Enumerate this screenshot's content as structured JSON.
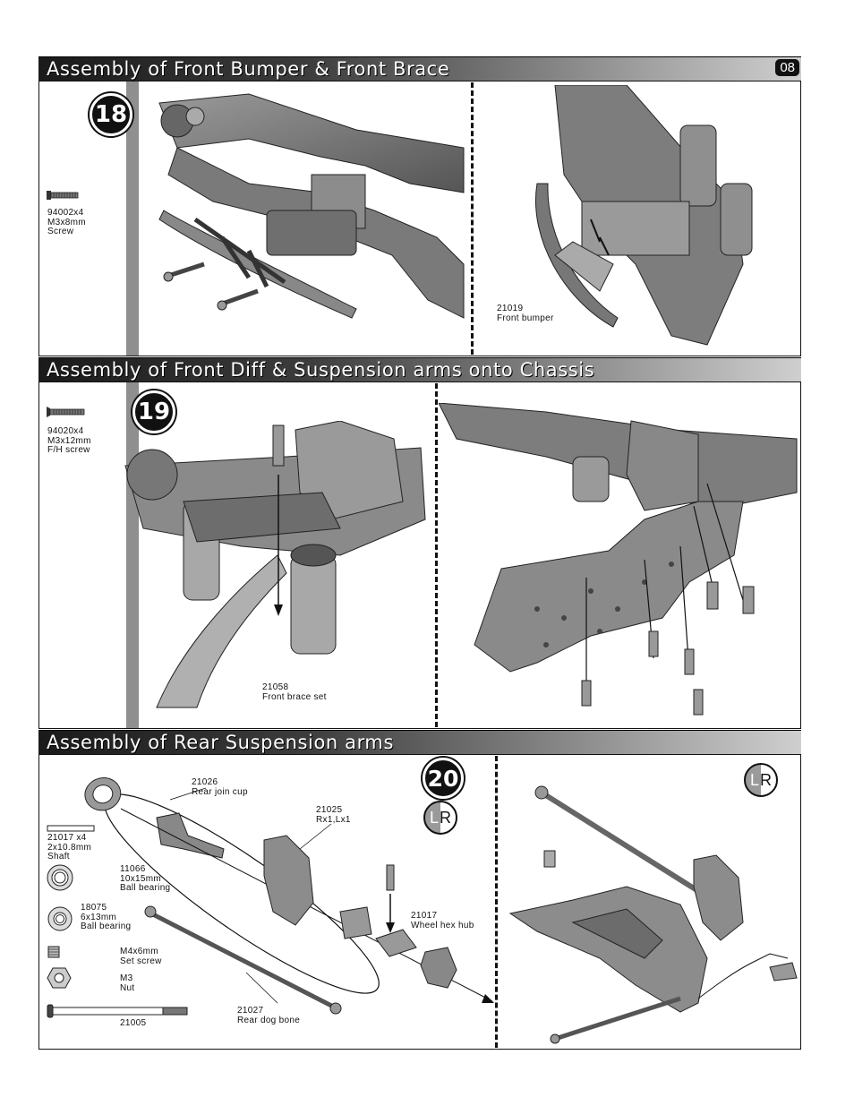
{
  "page_number": "08",
  "sections": [
    {
      "title": "Assembly of Front Bumper & Front Brace",
      "step": "18"
    },
    {
      "title": "Assembly of Front Diff & Suspension arms onto Chassis",
      "step": "19"
    },
    {
      "title": "Assembly of Rear Suspension arms",
      "step": "20"
    }
  ],
  "labels": {
    "screw_18": "94002x4\nM3x8mm\nScrew",
    "front_bumper": "21019\nFront bumper",
    "screw_19": "94020x4\nM3x12mm\nF/H screw",
    "front_brace": "21058\nFront brace set",
    "rear_join_cup": "21026\nRear join cup",
    "rx_lx": "21025\n Rx1,Lx1",
    "shaft": "21017 x4\n2x10.8mm\nShaft",
    "bearing_10x15": "11066\n10x15mm\nBall bearing",
    "bearing_6x13": "18075\n6x13mm\nBall bearing",
    "wheel_hex_hub": "21017\nWheel hex hub",
    "set_screw": "M4x6mm\nSet screw",
    "nut": "M3\nNut",
    "pin_21005": "21005",
    "rear_dog_bone": "21027\nRear dog bone"
  },
  "lr_badge": {
    "left": "L",
    "right": "R"
  }
}
